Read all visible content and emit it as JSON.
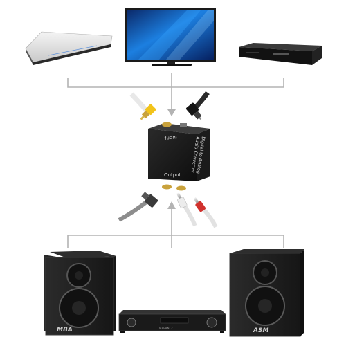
{
  "converter": {
    "title_line1": "Digital to Analog",
    "title_line2": "Audio Converter",
    "input_label": "Input",
    "output_label": "Output"
  },
  "speaker_left": {
    "brand": "MBA"
  },
  "speaker_right": {
    "brand": "ASM"
  },
  "receiver": {
    "brand": "MARANTZ"
  },
  "colors": {
    "wire": "#b3b3b3",
    "rca_red": "#d0312d",
    "rca_white": "#eeeeee",
    "rca_yellow": "#f2c31a",
    "gold": "#c9a23c",
    "device_dark": "#1d1d1d"
  }
}
